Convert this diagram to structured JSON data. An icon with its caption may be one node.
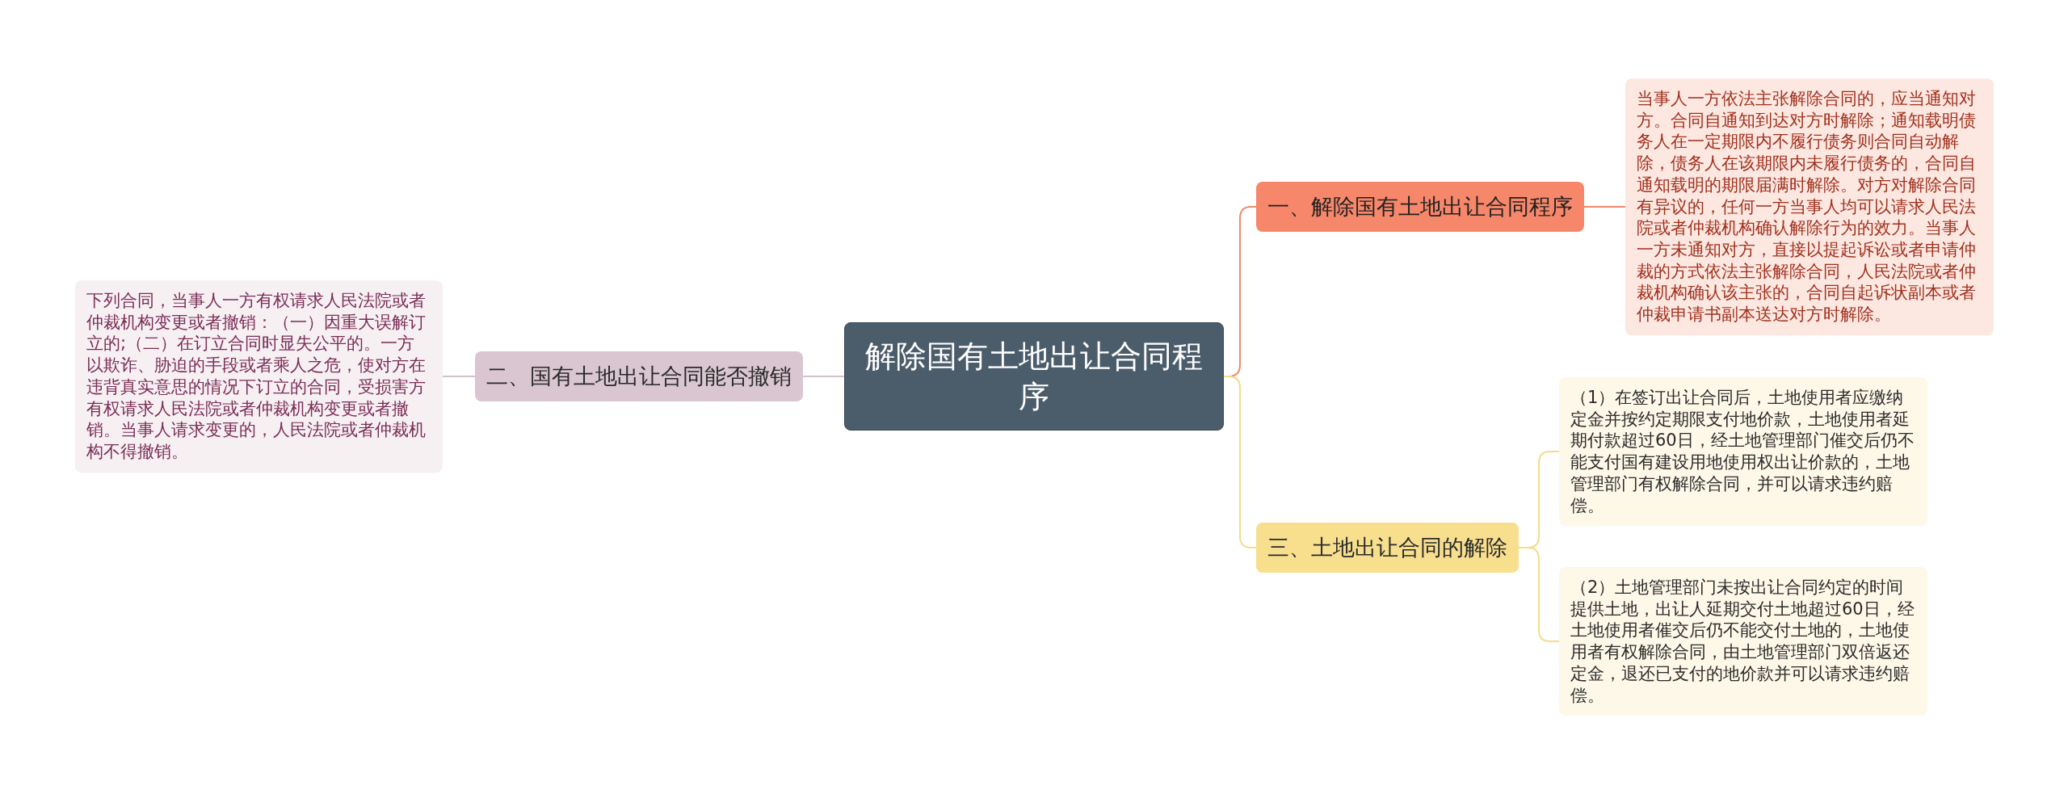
{
  "diagram": {
    "nodes": [
      {
        "text": [
          "解除国有土地出让合同程序"
        ]
      },
      {
        "text": [
          "一、解除国有土地出让合同程序"
        ]
      },
      {
        "text": [
          "当事人一方依法主张解除合同的，应当通知对方。合同自通知到达对方时解除；通知载明债务人在一定期限内不履行债务则合同自动解除，债务人在该期限内未履行债务的，合同自通知载明的期限届满时解除。对方对解除合同有异议的，任何一方当事人均可以请求人民法院或者仲裁机构确认解除行为的效力。当事人一方未通知对方，直接以提起诉讼或者申请仲裁的方式依法主张解除合同，人民法院或者仲裁机构确认该主张的，合同自起诉状副本或者仲裁申请书副本送达对方时解除。"
        ]
      },
      {
        "text": [
          "二、国有土地出让合同能否撤销"
        ]
      },
      {
        "text": [
          "下列合同，当事人一方有权请求人民法院或者仲裁机构变更或者撤销：（一）因重大误解订立的;（二）在订立合同时显失公平的。一方以欺诈、胁迫的手段或者乘人之危，使对方在违背真实意思的情况下订立的合同，受损害方有权请求人民法院或者仲裁机构变更或者撤销。当事人请求变更的，人民法院或者仲裁机构不得撤销。"
        ]
      },
      {
        "text": [
          "三、土地出让合同的解除"
        ]
      },
      {
        "text": [
          "（1）在签订出让合同后，土地使用者应缴纳定金并按约定期限支付地价款，土地使用者延期付款超过60日，经土地管理部门催交后仍不能支付国有建设用地使用权出让价款的，土地管理部门有权解除合同，并可以请求违约赔偿。"
        ]
      },
      {
        "text": [
          "（2）土地管理部门未按出让合同约定的时间提供土地，出让人延期交付土地超过60日，经土地使用者催交后仍不能交付土地的，土地使用者有权解除合同，由土地管理部门双倍返还定金，退还已支付的地价款并可以请求违约赔偿。"
        ]
      }
    ],
    "edges": [
      {
        "from": 0,
        "to": 1,
        "arrow": "none",
        "color": "#f08a6c"
      },
      {
        "from": 1,
        "to": 2,
        "arrow": "none",
        "color": "#f08a6c"
      },
      {
        "from": 0,
        "to": 3,
        "arrow": "none",
        "color": "#d6c2cd"
      },
      {
        "from": 3,
        "to": 4,
        "arrow": "none",
        "color": "#d6c2cd"
      },
      {
        "from": 0,
        "to": 5,
        "arrow": "none",
        "color": "#f3dc8a"
      },
      {
        "from": 5,
        "to": 6,
        "arrow": "none",
        "color": "#f3dc8a"
      },
      {
        "from": 5,
        "to": 7,
        "arrow": "none",
        "color": "#f3dc8a"
      }
    ]
  }
}
